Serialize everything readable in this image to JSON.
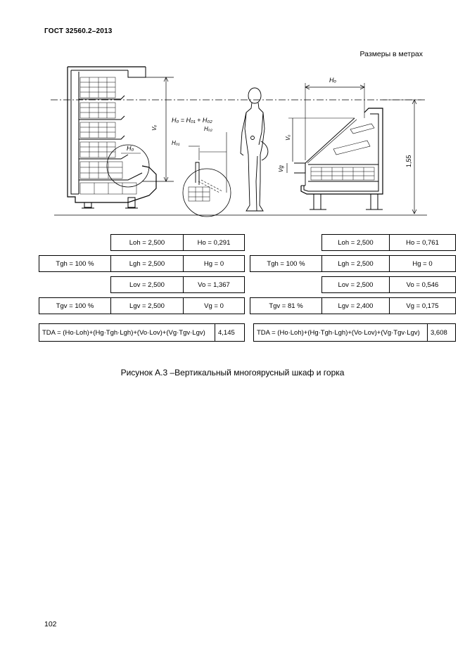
{
  "header": {
    "standard": "ГОСТ  32560.2–2013"
  },
  "units_note": "Размеры в метрах",
  "drawing": {
    "formula": "H₀ = H₀₁ + H₀₂",
    "labels": {
      "ve": "Vₑ",
      "h0_left": "H₀",
      "h01": "Hₒ₁",
      "h02": "Hₒ₂",
      "h0_right": "Hₒ",
      "v0": "Vₒ",
      "vg": "Vg",
      "height": "1,55"
    }
  },
  "left_table": {
    "rows": [
      [
        "",
        "Loh = 2,500",
        "Ho = 0,291"
      ],
      [
        "Tgh = 100 %",
        "Lgh = 2,500",
        "Hg = 0"
      ],
      [
        "",
        "Lov = 2,500",
        "Vo = 1,367"
      ],
      [
        "Tgv = 100 %",
        "Lgv = 2,500",
        "Vg = 0"
      ]
    ],
    "tda_formula": "TDA = (Ho·Loh)+(Hg·Tgh·Lgh)+(Vo·Lov)+(Vg·Tgv·Lgv)",
    "tda_value": "4,145"
  },
  "right_table": {
    "rows": [
      [
        "",
        "Loh = 2,500",
        "Ho = 0,761"
      ],
      [
        "Tgh = 100 %",
        "Lgh = 2,500",
        "Hg = 0"
      ],
      [
        "",
        "Lov = 2,500",
        "Vo = 0,546"
      ],
      [
        "Tgv = 81 %",
        "Lgv = 2,400",
        "Vg = 0,175"
      ]
    ],
    "tda_formula": "TDA = (Ho·Loh)+(Hg·Tgh·Lgh)+(Vo·Lov)+(Vg·Tgv·Lgv)",
    "tda_value": "3,608"
  },
  "caption": "Рисунок А.3 –Вертикальный многоярусный шкаф и горка",
  "page_number": "102"
}
